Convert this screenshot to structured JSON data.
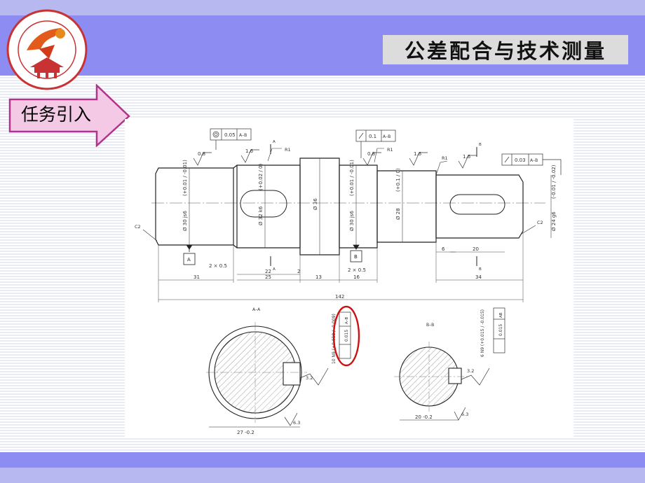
{
  "header": {
    "title": "公差配合与技术测量"
  },
  "badge": {
    "label": "任务引入"
  },
  "drawing": {
    "dims": {
      "d31": "31",
      "d25": "25",
      "d13": "13",
      "d16": "16",
      "d34": "34",
      "d142": "142",
      "d22": "22",
      "d2": "2",
      "d6": "6",
      "d20": "20",
      "ch1": "2 × 0.5",
      "ch2": "2 × 0.5",
      "c2a": "C2",
      "c2b": "C2",
      "r1a": "R1",
      "r1b": "R1",
      "r1c": "R1"
    },
    "diams": {
      "j1": "Ø 30 js6",
      "j1tol": "(+0.01 / -0.01)",
      "k2": "Ø 32 k6",
      "k2tol": "(+0.02 / 0)",
      "d36": "Ø 36",
      "j3": "Ø 30 js6",
      "j3tol": "(+0.01 / -0.01)",
      "d28": "Ø 28",
      "d28tol": "(+0.1 / 0)",
      "g24": "Ø 24 g6",
      "g24tol": "(-0.01 / -0.02)"
    },
    "rough": {
      "r1": "0.8",
      "r2": "1.6",
      "r3": "0.8",
      "r4": "1.6",
      "r5": "1.6",
      "s1": "3.2",
      "s2": "6.3",
      "s3": "3.2",
      "s4": "6.3"
    },
    "frames": {
      "f1_tol": "0.05",
      "f1_ref": "A–B",
      "f2_tol": "0.1",
      "f2_ref": "A–B",
      "f3_tol": "0.03",
      "f3_ref": "A–B",
      "f4_tol": "0.015",
      "f4_ref": "A–B",
      "f5_tol": "0.015",
      "f5_ref": "AB"
    },
    "datums": {
      "a": "A",
      "b": "B",
      "sa1": "A",
      "sa2": "A",
      "sb1": "B",
      "sb2": "B"
    },
    "sections": {
      "aa_title": "A–A",
      "aa_width": "27 -0.2",
      "aa_key": "10 N9 (+0.018 / -0.009)",
      "bb_title": "B–B",
      "bb_width": "20 -0.2",
      "bb_key": "6 N9 (+0.015 / -0.015)"
    }
  },
  "colors": {
    "header": "#8c8cf2",
    "light_band": "#b8b8f0",
    "badge_fill": "#f3c9e6",
    "badge_border": "#b2338c",
    "highlight": "#cc1111"
  }
}
